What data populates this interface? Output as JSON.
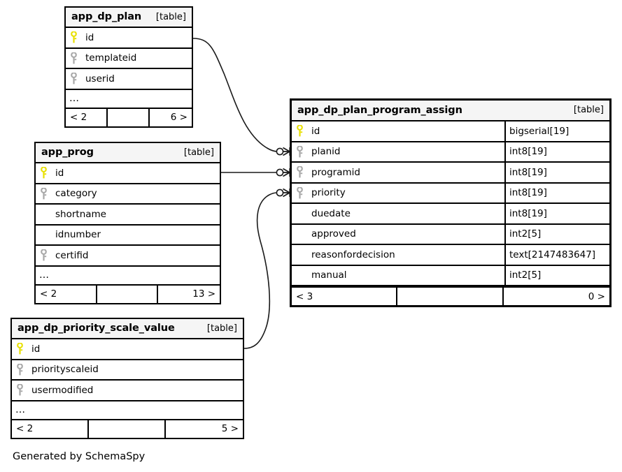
{
  "diagram": {
    "credit": "Generated by SchemaSpy",
    "table_kind_label": "[table]",
    "ellipsis": "…",
    "colors": {
      "primary_key": "#e8e000",
      "foreign_key": "#a8a8a8",
      "header_background": "#f5f5f5",
      "border": "#000000",
      "background": "#ffffff"
    }
  },
  "tables": [
    {
      "name": "app_dp_plan",
      "kind": "[table]",
      "columns": [
        {
          "key": "primary",
          "name": "id",
          "type": ""
        },
        {
          "key": "foreign",
          "name": "templateid",
          "type": ""
        },
        {
          "key": "foreign",
          "name": "userid",
          "type": ""
        }
      ],
      "has_ellipsis": true,
      "footer": {
        "left": "< 2",
        "middle": "",
        "right": "6 >"
      }
    },
    {
      "name": "app_prog",
      "kind": "[table]",
      "columns": [
        {
          "key": "primary",
          "name": "id",
          "type": ""
        },
        {
          "key": "foreign",
          "name": "category",
          "type": ""
        },
        {
          "key": "none",
          "name": "shortname",
          "type": ""
        },
        {
          "key": "none",
          "name": "idnumber",
          "type": ""
        },
        {
          "key": "foreign",
          "name": "certifid",
          "type": ""
        }
      ],
      "has_ellipsis": true,
      "footer": {
        "left": "< 2",
        "middle": "",
        "right": "13 >"
      }
    },
    {
      "name": "app_dp_priority_scale_value",
      "kind": "[table]",
      "columns": [
        {
          "key": "primary",
          "name": "id",
          "type": ""
        },
        {
          "key": "foreign",
          "name": "priorityscaleid",
          "type": ""
        },
        {
          "key": "foreign",
          "name": "usermodified",
          "type": ""
        }
      ],
      "has_ellipsis": true,
      "footer": {
        "left": "< 2",
        "middle": "",
        "right": "5 >"
      }
    },
    {
      "name": "app_dp_plan_program_assign",
      "kind": "[table]",
      "columns": [
        {
          "key": "primary",
          "name": "id",
          "type": "bigserial[19]"
        },
        {
          "key": "foreign",
          "name": "planid",
          "type": "int8[19]"
        },
        {
          "key": "foreign",
          "name": "programid",
          "type": "int8[19]"
        },
        {
          "key": "foreign",
          "name": "priority",
          "type": "int8[19]"
        },
        {
          "key": "none",
          "name": "duedate",
          "type": "int8[19]"
        },
        {
          "key": "none",
          "name": "approved",
          "type": "int2[5]"
        },
        {
          "key": "none",
          "name": "reasonfordecision",
          "type": "text[2147483647]"
        },
        {
          "key": "none",
          "name": "manual",
          "type": "int2[5]"
        }
      ],
      "has_ellipsis": false,
      "footer": {
        "left": "< 3",
        "middle": "",
        "right": "0 >"
      }
    }
  ],
  "relationships": [
    {
      "from": "app_dp_plan.id",
      "to": "app_dp_plan_program_assign.planid"
    },
    {
      "from": "app_prog.id",
      "to": "app_dp_plan_program_assign.programid"
    },
    {
      "from": "app_dp_priority_scale_value.id",
      "to": "app_dp_plan_program_assign.priority"
    }
  ]
}
